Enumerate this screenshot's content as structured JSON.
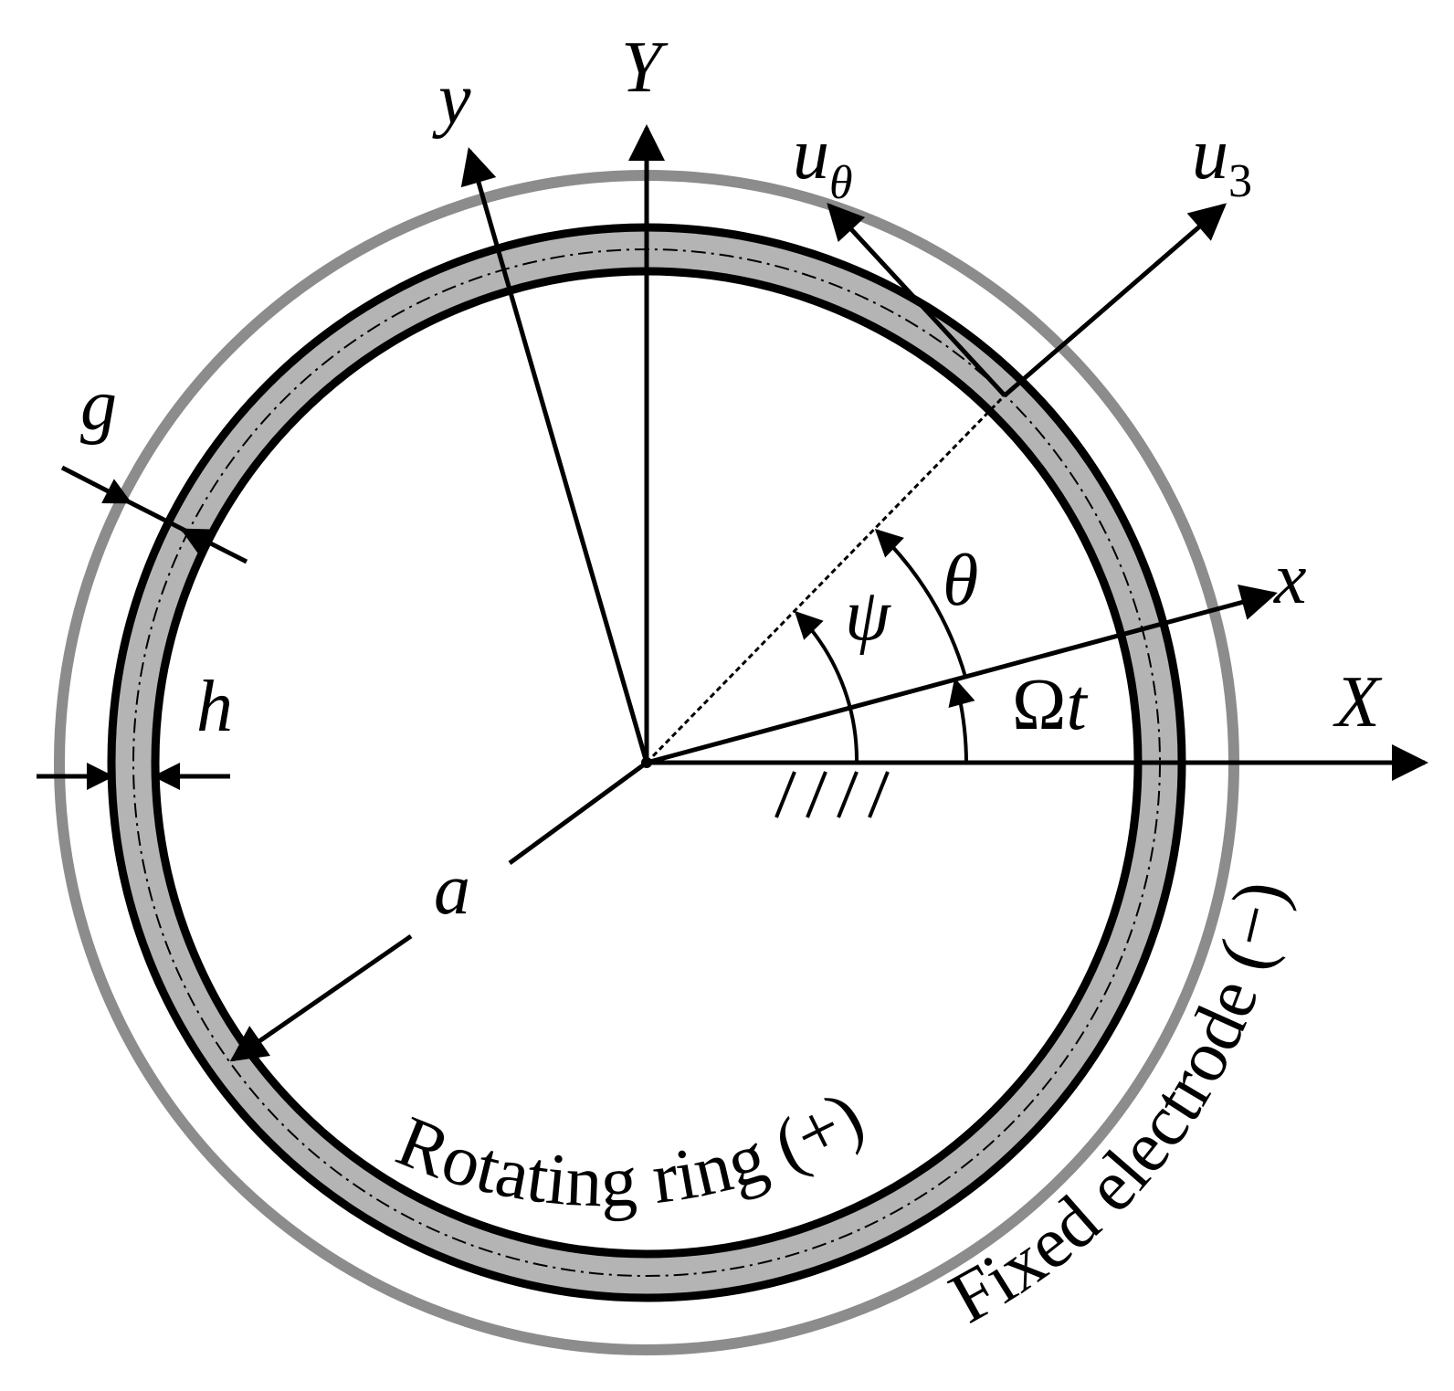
{
  "axes": {
    "X": "X",
    "Y": "Y",
    "x": "x",
    "y": "y",
    "u_theta_base": "u",
    "u_theta_sub": "θ",
    "u3_base": "u",
    "u3_sub": "3"
  },
  "angles": {
    "theta": "θ",
    "psi": "ψ",
    "omega_t_symbol": "Ω",
    "omega_t_var": "t"
  },
  "dimensions": {
    "g": "g",
    "h": "h",
    "a": "a"
  },
  "captions": {
    "ring": "Rotating ring (+)",
    "electrode": "Fixed electrode (−)"
  },
  "colors": {
    "electrode": "#8c8c8c",
    "ring_fill": "#b4b4b4",
    "ink": "#000000"
  }
}
